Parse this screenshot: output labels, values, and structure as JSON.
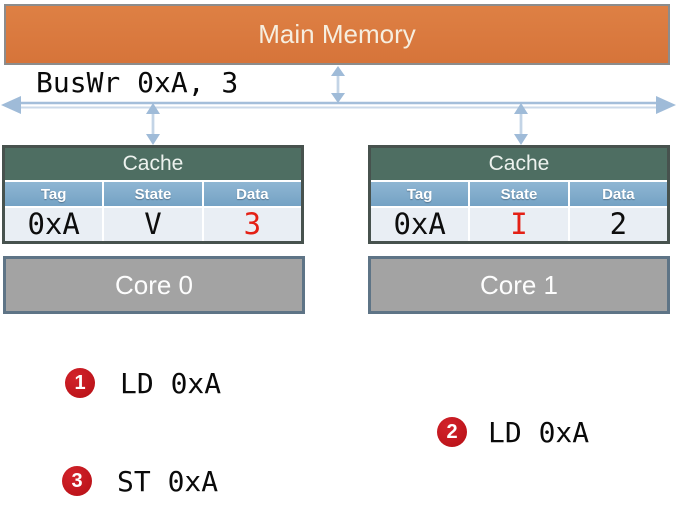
{
  "memory": {
    "label": "Main Memory"
  },
  "bus": {
    "label": "BusWr 0xA, 3"
  },
  "caches": [
    {
      "title": "Cache",
      "columns": [
        "Tag",
        "State",
        "Data"
      ],
      "row": [
        {
          "text": "0xA",
          "color": "#0D0D0D"
        },
        {
          "text": "V",
          "color": "#0D0D0D"
        },
        {
          "text": "3",
          "color": "#E42015"
        }
      ],
      "core": "Core 0"
    },
    {
      "title": "Cache",
      "columns": [
        "Tag",
        "State",
        "Data"
      ],
      "row": [
        {
          "text": "0xA",
          "color": "#0D0D0D"
        },
        {
          "text": "I",
          "color": "#E42015"
        },
        {
          "text": "2",
          "color": "#0D0D0D"
        }
      ],
      "core": "Core 1"
    }
  ],
  "events": [
    {
      "number": "1",
      "label": "LD 0xA"
    },
    {
      "number": "2",
      "label": "LD 0xA"
    },
    {
      "number": "3",
      "label": "ST 0xA"
    }
  ],
  "colors": {
    "memory_fill": "#DA7B3E",
    "memory_border": "#8C8C8C",
    "cache_header_bg": "#4E6E62",
    "column_header_bg": "#82ADCB",
    "data_row_bg": "#E9EEF4",
    "table_border": "#47524E",
    "core_fill": "#A3A3A3",
    "core_border": "#5E7486",
    "bus_arrow": "#A4BEDA",
    "badge_red": "#C2151D",
    "value_red": "#E42015"
  }
}
